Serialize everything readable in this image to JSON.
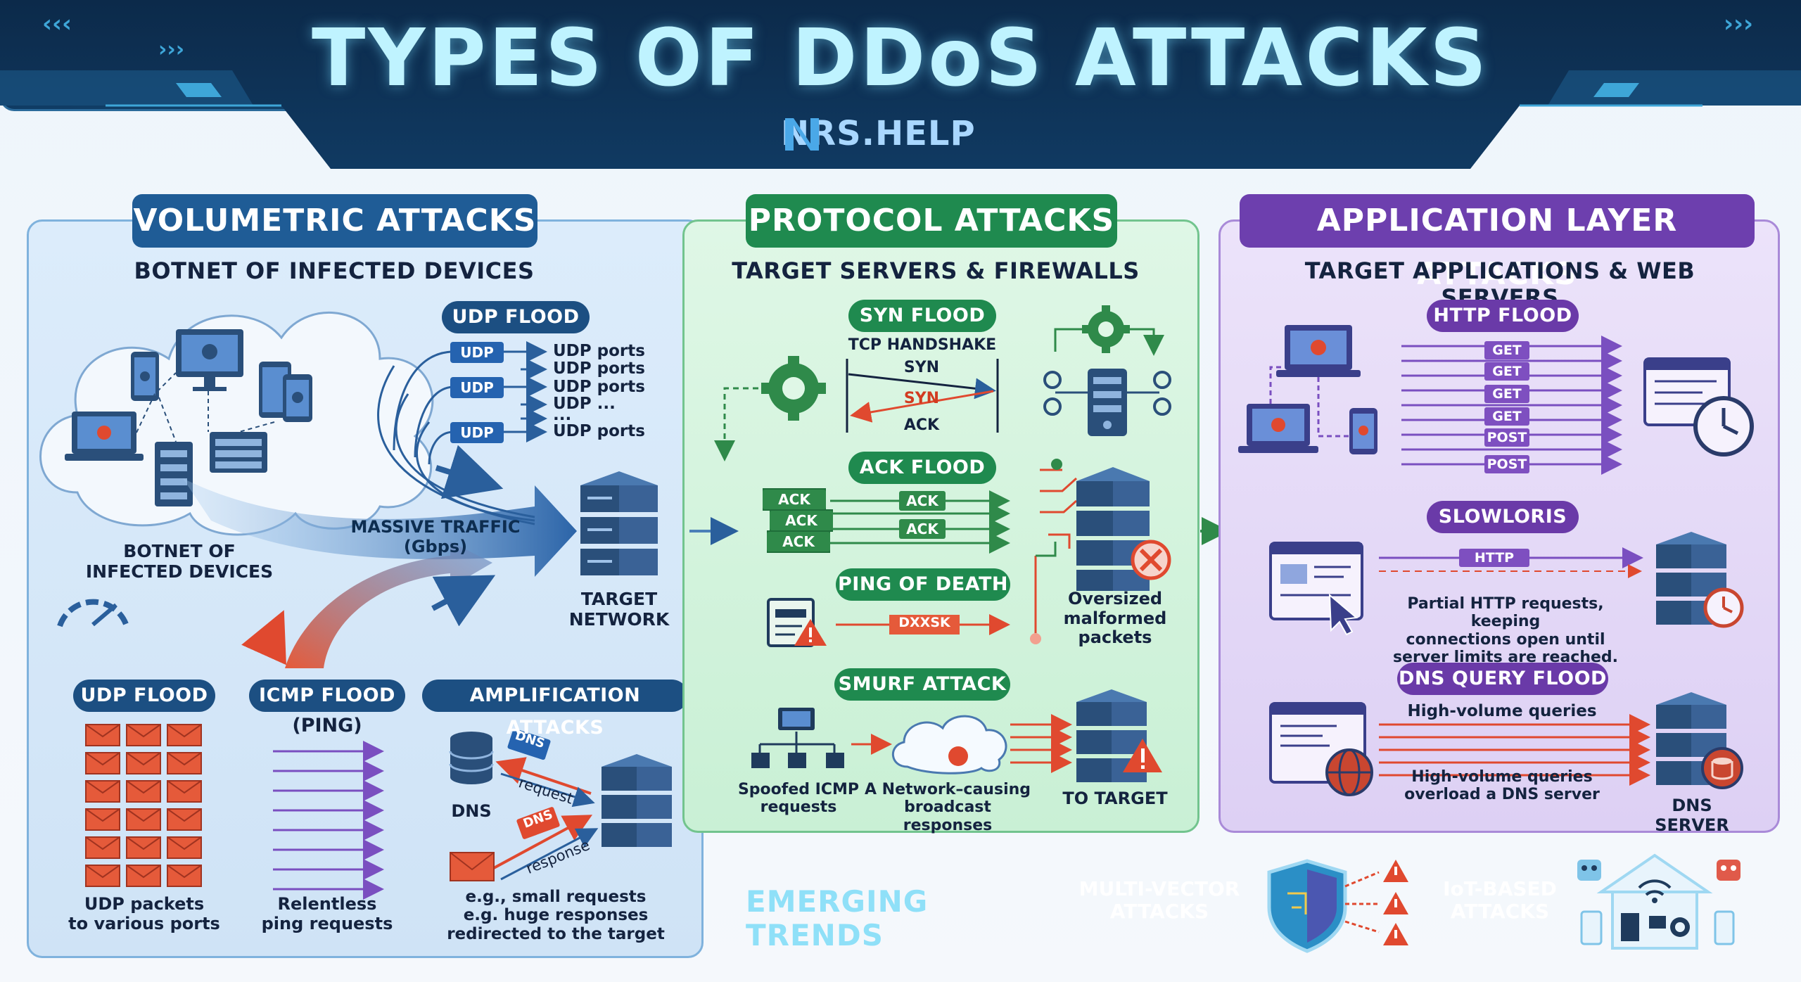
{
  "header": {
    "title": "TYPES OF DDoS ATTACKS",
    "brand": "NRS.HELP"
  },
  "volumetric": {
    "tab": "VOLUMETRIC ATTACKS",
    "subhead": "BOTNET OF INFECTED DEVICES",
    "botnet_label": "BOTNET OF\nINFECTED DEVICES",
    "udp_flood_pill": "UDP FLOOD",
    "udp_chip": "UDP",
    "ports": [
      "UDP ports",
      "UDP ports",
      "UDP ports",
      "UDP ...",
      "...",
      "UDP ports"
    ],
    "traffic_label": "MASSIVE TRAFFIC (Gbps)",
    "target_label": "TARGET\nNETWORK",
    "bottom": {
      "udp_flood": "UDP FLOOD",
      "udp_caption": "UDP packets\nto various ports",
      "icmp_flood": "ICMP FLOOD",
      "icmp_sub": "(PING)",
      "icmp_caption": "Relentless\nping requests",
      "amp": "AMPLIFICATION ATTACKS",
      "dns_label": "DNS",
      "dns_chip": "DNS",
      "request": "request",
      "response": "response",
      "amp_caption": "e.g., small requests\ne.g. huge responses\nredirected to the target"
    }
  },
  "protocol": {
    "tab": "PROTOCOL ATTACKS",
    "subhead": "TARGET SERVERS & FIREWALLS",
    "syn_pill": "SYN FLOOD",
    "handshake": "TCP HANDSHAKE",
    "syn1": "SYN",
    "syn2": "SYN",
    "ack": "ACK",
    "ack_pill": "ACK FLOOD",
    "ack_chip": "ACK",
    "pod_pill": "PING OF DEATH",
    "pod_chip": "DXXSK",
    "oversized": "Oversized\nmalformed\npackets",
    "smurf_pill": "SMURF ATTACK",
    "spoofed": "Spoofed ICMP\nrequests",
    "network": "A Network–causing\nbroadcast responses",
    "to_target": "TO TARGET"
  },
  "application": {
    "tab": "APPLICATION LAYER ATTACKS",
    "subhead": "TARGET APPLICATIONS & WEB SERVERS",
    "http_pill": "HTTP FLOOD",
    "methods": [
      "GET",
      "GET",
      "GET",
      "GET",
      "POST",
      "POST"
    ],
    "slowloris_pill": "SLOWLORIS",
    "http_chip": "HTTP",
    "slowloris_caption": "Partial HTTP requests, keeping\nconnections open until\nserver limits are reached.",
    "dns_pill": "DNS QUERY FLOOD",
    "hv_top": "High-volume queries",
    "hv_caption": "High-volume queries\noverload a DNS server",
    "dns_server": "DNS SERVER"
  },
  "trends": {
    "title": "EMERGING TRENDS",
    "multi": "MULTI-VECTOR\nATTACKS",
    "iot": "IoT-BASED\nATTACKS"
  },
  "colors": {
    "navy": "#0d2d50",
    "blue": "#1f5c96",
    "green": "#1f8a4f",
    "purple": "#6d3fae",
    "red": "#e0492f"
  }
}
